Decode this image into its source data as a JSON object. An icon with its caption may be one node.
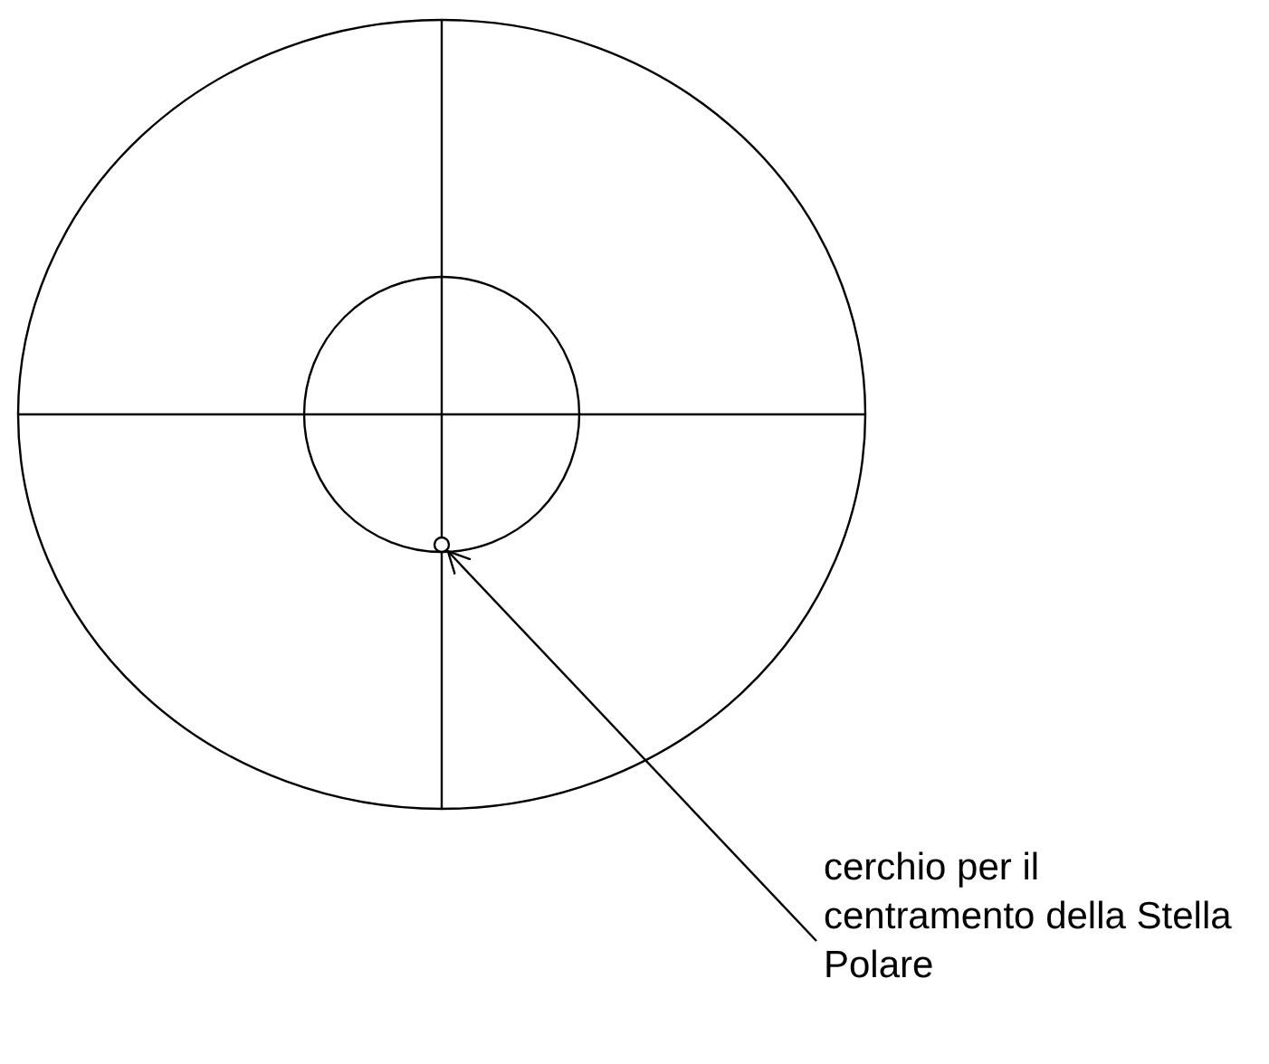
{
  "diagram": {
    "nodes": [
      {
        "text": [
          "cerchio per il centramento della Stella Polare"
        ]
      },
      {
        "text": [],
        "shape": "circle"
      }
    ],
    "edges": [
      {
        "from": 0,
        "to": 1,
        "arrow": "to"
      }
    ]
  }
}
